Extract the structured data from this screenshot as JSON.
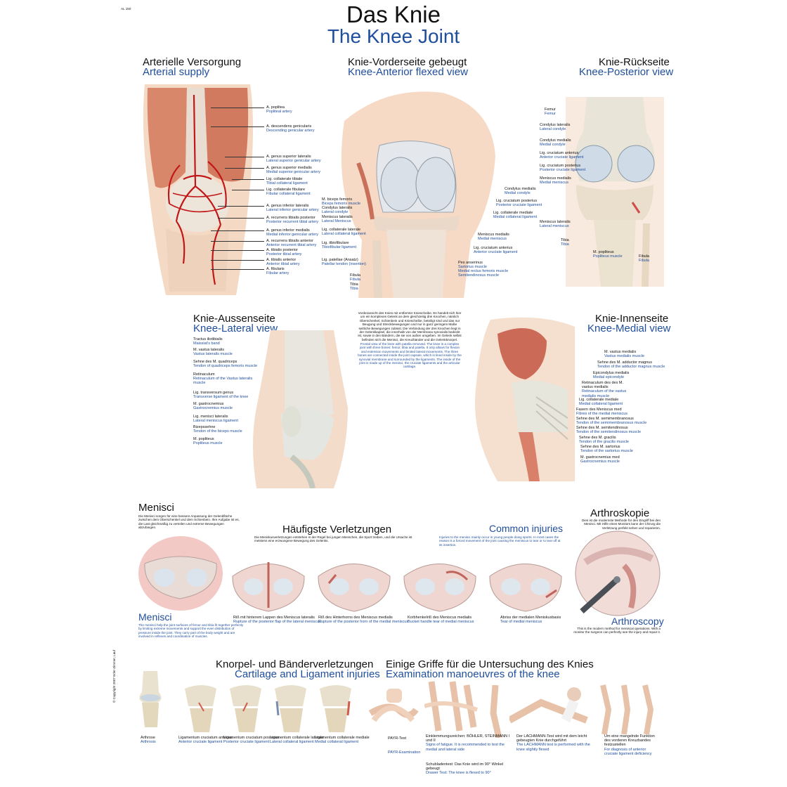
{
  "code": "AL 150",
  "title_de": "Das Knie",
  "title_en": "The Knee Joint",
  "copyright": "© Copyright 2007 Erler-Zimmer, Lauf",
  "arterial": {
    "de": "Arterielle Versorgung",
    "en": "Arterial supply",
    "labels": [
      {
        "de": "A. poplitea",
        "en": "Popliteal artery"
      },
      {
        "de": "A. descendens genicularis",
        "en": "Descending genicular artery"
      },
      {
        "de": "A. genus superior lateralis",
        "en": "Lateral superior genicular artery"
      },
      {
        "de": "A. genus superior medialis",
        "en": "Medial superior genicular artery"
      },
      {
        "de": "Lig. collaterale tibiale",
        "en": "Tibial collateral ligament"
      },
      {
        "de": "Lig. collaterale fibulare",
        "en": "Fibular collateral ligament"
      },
      {
        "de": "A. genus inferior lateralis",
        "en": "Lateral inferior genicular artery"
      },
      {
        "de": "A. recurrens tibialis posterior",
        "en": "Posterior recurrent tibial artery"
      },
      {
        "de": "A. genus inferior medialis",
        "en": "Medial inferior genicular artery"
      },
      {
        "de": "A. recurrens tibialis anterior",
        "en": "Anterior recurrent tibial artery"
      },
      {
        "de": "A. tibialis posterior",
        "en": "Posterior tibial artery"
      },
      {
        "de": "A. tibialis anterior",
        "en": "Anterior tibial artery"
      },
      {
        "de": "A. fibularis",
        "en": "Fibular artery"
      }
    ]
  },
  "anterior": {
    "de": "Knie-Vorderseite gebeugt",
    "en": "Knee-Anterior flexed view",
    "left_labels": [
      {
        "de": "M. biceps femoris",
        "en": "Biceps femoris muscle"
      },
      {
        "de": "Condylus lateralis",
        "en": "Lateral condyle"
      },
      {
        "de": "Meniscus lateralis",
        "en": "Lateral Meniscus"
      },
      {
        "de": "Lig. collaterale laterale",
        "en": "Lateral collateral ligament"
      },
      {
        "de": "Lig. tibiofibulare",
        "en": "Tibiofibular ligament"
      },
      {
        "de": "Lig. patellae (Ansatz)",
        "en": "Patellar tendon (insertion)"
      },
      {
        "de": "Fibula",
        "en": "Fibula"
      },
      {
        "de": "Tibia",
        "en": "Tibia"
      }
    ],
    "right_labels": [
      {
        "de": "Condylus medialis",
        "en": "Medial condyle"
      },
      {
        "de": "Lig. cruciatum posterius",
        "en": "Posterior cruciate ligament"
      },
      {
        "de": "Lig. collaterale mediale",
        "en": "Medial collateral ligament"
      },
      {
        "de": "Meniscus medialis",
        "en": "Medial meniscus"
      },
      {
        "de": "Lig. cruciatum anterius",
        "en": "Anterior cruciate ligament"
      },
      {
        "de": "Pes anserinus",
        "en": "Sartorius muscle"
      },
      {
        "de": "",
        "en": "Medial rectus femoris muscle"
      },
      {
        "de": "",
        "en": "Semitendinosus muscle"
      }
    ]
  },
  "posterior": {
    "de": "Knie-Rückseite",
    "en": "Knee-Posterior view",
    "left_labels": [
      {
        "de": "Femur",
        "en": "Femur"
      },
      {
        "de": "Condylus lateralis",
        "en": "Lateral condyle"
      },
      {
        "de": "Condylus medialis",
        "en": "Medial condyle"
      },
      {
        "de": "Lig. cruciatum anterius",
        "en": "Anterior cruciate ligament"
      },
      {
        "de": "Lig. cruciatum posterius",
        "en": "Posterior cruciate ligament"
      },
      {
        "de": "Meniscus medialis",
        "en": "Medial meniscus"
      },
      {
        "de": "Meniscus lateralis",
        "en": "Lateral meniscus"
      },
      {
        "de": "Tibia",
        "en": "Tibia"
      },
      {
        "de": "M. popliteus",
        "en": "Popliteus muscle"
      }
    ],
    "fibula": {
      "de": "Fibula",
      "en": "Fibula"
    }
  },
  "center_text": {
    "de": "Vorderansicht des Knies mit entfernter Kniescheibe. Es handelt sich hier um ein komplexes Gelenk an dem gleichzeitig drei Knochen, nämlich Oberschenkel, Schienbein und Kniescheibe, beteiligt sind und das nur Beugung und Streckbewegungen und nur in ganz geringem Maße seitliche Bewegungen zulässt. Die Verbindung der drei Knochen liegt in der Gelenkkapsel, die innerhalb von der Membrana synovialis bedeckt ist, sowie in den Bändern, die sie von außen umgeben. Im Gelenk selbst befinden sich die Menisci, die Kreuzbänder und die Gelenkknorpel.",
    "en": "Frontal view of the knee with patella removed. The knee is a complex joint with three bones: femur, tibia and patella. It only allows for flexion and extension movements and limited lateral movements. The three bones are connected inside the joint capsule, which is lined inside by the synovial membrane and surrounded by the ligaments. The inside of the joint is made up of the menisci, the cruciate ligaments and the articular cartilage."
  },
  "lateral": {
    "de": "Knie-Aussenseite",
    "en": "Knee-Lateral view",
    "labels": [
      {
        "de": "Tractus iliotibialis",
        "en": "Maissiat's band"
      },
      {
        "de": "M. vastus lateralis",
        "en": "Vastus lateralis muscle"
      },
      {
        "de": "Sehne des M. quadriceps",
        "en": "Tendon of quadriceps femoris muscle"
      },
      {
        "de": "Retinaculum",
        "en": "Retinaculum of the Vastus lateralis muscle"
      },
      {
        "de": "Lig. transversum genus",
        "en": "Transverse ligament of the knee"
      },
      {
        "de": "M. gastrocnemius",
        "en": "Gastrocnemius muscle"
      },
      {
        "de": "Lig. menisci lateralis",
        "en": "Lateral meniscus ligament"
      },
      {
        "de": "Bizepssehne",
        "en": "Tendon of the biceps muscle"
      },
      {
        "de": "M. popliteus",
        "en": "Popliteus muscle"
      }
    ]
  },
  "medial": {
    "de": "Knie-Innenseite",
    "en": "Knee-Medial view",
    "labels": [
      {
        "de": "M. vastus medialis",
        "en": "Vastus medialis muscle"
      },
      {
        "de": "Sehne des M. adductor magnus",
        "en": "Tendon of the adductor magnus muscle"
      },
      {
        "de": "Epicondylus medialis",
        "en": "Medial epicondyle"
      },
      {
        "de": "Retinaculum des des M. vastus medialis",
        "en": "Retinaculum of the vastus medialis muscle"
      },
      {
        "de": "Lig. collaterale mediale",
        "en": "Medial collateral ligament"
      },
      {
        "de": "Fasern des Meniscus med",
        "en": "Fibres of the medial meniscus"
      },
      {
        "de": "Sehne des M. semimembranosus",
        "en": "Tendon of the semimembranosus muscle"
      },
      {
        "de": "Sehne des M. semitendinosus",
        "en": "Tendon of the semitendinosus muscle"
      },
      {
        "de": "Sehne des M. gracilis",
        "en": "Tendon of the gracilis muscle"
      },
      {
        "de": "Sehne des M. sartorius",
        "en": "Tendon of the sartorius muscle"
      },
      {
        "de": "M. gastrocnemius med",
        "en": "Gastrocnemius muscle"
      }
    ]
  },
  "menisci": {
    "de": "Menisci",
    "en": "Menisci",
    "text_de": "Die Menisci sorgen für eine bessere Anpassung der Gelenkfläche zwischen dem Oberschenkel und dem Schienbein. Ihre Aufgabe ist es, die Last gleichmäßig zu verteilen und extreme Bewegungen abzufangen.",
    "text_en": "The menisci help the joint surfaces of femur and tibia fit together perfectly by limiting extreme movements and support the even distribution of pressure inside the joint. They carry part of the body weight and are involved in reflexes and coordination of muscles."
  },
  "injuries": {
    "de": "Häufigste Verletzungen",
    "en": "Common injuries",
    "text_de": "Die Meniskusverletzungen entstehen in der Regel bei jungen Menschen, die Sport treiben, und die Ursache ist meistens eine erzwungene Bewegung des Gelenks.",
    "text_en": "Injuries to the menisci mainly occur in young people doing sports. In most cases the reason is a forced movement of the joint causing the meniscus to tear or to tear off at its insertion.",
    "items": [
      {
        "de": "Riß mit hinterem Lappen des Meniscus lateralis",
        "en": "Rupture of the posterior flap of the lateral meniscus"
      },
      {
        "de": "Riß des Hinterhorns des Meniscus medialis",
        "en": "Rupture of the posterior horn of the medial meniscus"
      },
      {
        "de": "Korbhenkelriß des Meniscus medialis",
        "en": "Bucket handle tear of medial meniscus"
      },
      {
        "de": "Abriss der medialen Meniskusbasis",
        "en": "Tear of medial meniscus"
      }
    ]
  },
  "arthroscopy": {
    "de": "Arthroskopie",
    "en": "Arthroscopy",
    "text_de": "Dies ist die modernste Methode für den Eingriff bei den Menisci. Mit Hilfe eines Monitors kann der Chirurg die Verletzung perfekt sehen und reparieren.",
    "text_en": "This is the modern method for meniscal operations. With a monitor the surgeon can perfectly see the injury and repair it."
  },
  "cartilage": {
    "de": "Knorpel- und Bänderverletzungen",
    "en": "Cartilage and Ligament injuries",
    "items": [
      {
        "de": "Arthrose",
        "en": "Arthrosis"
      },
      {
        "de": "Ligamentum cruciatum anterius",
        "en": "Anterior cruciate ligament"
      },
      {
        "de": "Ligamentum cruciatum posterius",
        "en": "Posterior cruciate ligament"
      },
      {
        "de": "Ligamentum collaterale laterale",
        "en": "Lateral collateral ligament"
      },
      {
        "de": "Ligamentum collaterale mediale",
        "en": "Medial collateral ligament"
      }
    ]
  },
  "exam": {
    "de": "Einige Griffe für die Untersuchung des Knies",
    "en": "Examination manoeuvres of the knee",
    "items": [
      {
        "de": "PAYR-Test",
        "en": "PAYR-Examination"
      },
      {
        "de": "Einklemmungszeichen: BÖHLER, STEINMANN I und II",
        "en": "Signs of fatigue. It is recommended to test the medial and lateral side"
      },
      {
        "de": "Schubladentest: Das Knie wird im 90° Winkel gebeugt",
        "en": "Drawer Test: The knee is flexed to 90°"
      },
      {
        "de": "Der LACHMANN-Test wird mit dem leicht gebeugten Knie durchgeführt",
        "en": "The LACHMANN test is performed with the knee slightly flexed"
      },
      {
        "de": "Um eine mangelnde Funktion des vorderen Kreuzbandes festzustellen",
        "en": "For diagnosis of anterior cruciate ligament deficiency"
      }
    ]
  }
}
